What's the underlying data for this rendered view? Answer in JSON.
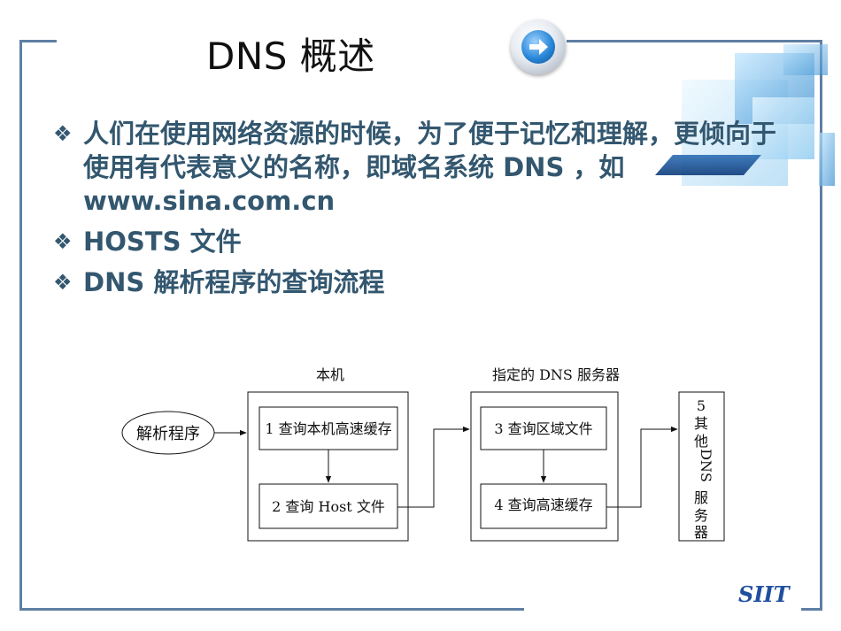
{
  "slide": {
    "title": "DNS 概述",
    "bullets": [
      "人们在使用网络资源的时候，为了便于记忆和理解，更倾向于使用有代表意义的名称，即域名系统 DNS ，如 www.sina.com.cn",
      "HOSTS 文件",
      "DNS 解析程序的查询流程"
    ],
    "bullet_mark": "❖",
    "footer": "SIIT"
  },
  "diagram": {
    "resolver": "解析程序",
    "local_group_label": "本机",
    "server_group_label": "指定的 DNS 服务器",
    "step1": "1 查询本机高速缓存",
    "step2": "2 查询 Host 文件",
    "step3": "3 查询区域文件",
    "step4": "4 查询高速缓存",
    "step5_lines": [
      "5",
      "其",
      "他",
      "DNS",
      "服",
      "务",
      "器"
    ]
  },
  "colors": {
    "frame": "#5f7fa3",
    "bullet_text": "#33576f",
    "footer": "#1f4f9e"
  },
  "icons": {
    "arrow_button": "forward-arrow-icon",
    "bullet": "diamond-bullet-icon"
  }
}
